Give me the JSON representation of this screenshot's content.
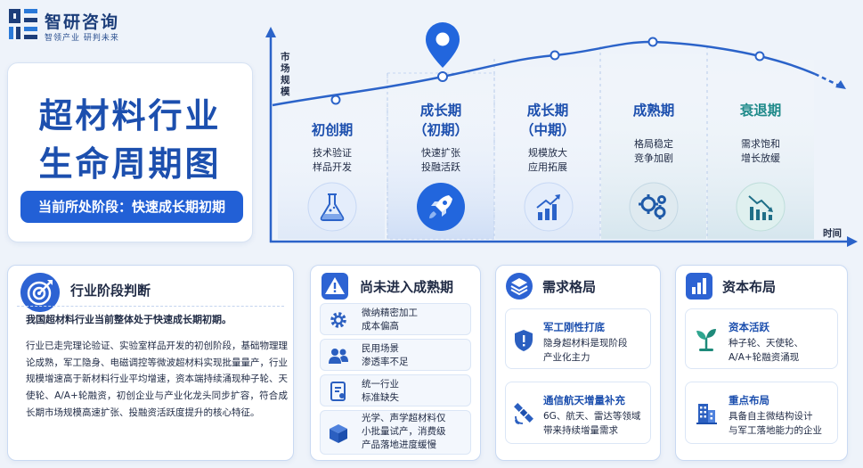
{
  "logo": {
    "name": "智研咨询",
    "slogan": "智领产业 研判未来"
  },
  "title": {
    "line1": "超材料行业",
    "line2": "生命周期图",
    "current_stage": "当前所处阶段：快速成长期初期"
  },
  "axis": {
    "y_label": "市场规模",
    "x_label": "时间"
  },
  "phases": [
    {
      "title_l1": "初创期",
      "title_l2": "",
      "desc_l1": "技术验证",
      "desc_l2": "样品开发",
      "icon": "flask-icon"
    },
    {
      "title_l1": "成长期",
      "title_l2": "（初期）",
      "desc_l1": "快速扩张",
      "desc_l2": "投融活跃",
      "icon": "rocket-icon"
    },
    {
      "title_l1": "成长期",
      "title_l2": "（中期）",
      "desc_l1": "规模放大",
      "desc_l2": "应用拓展",
      "icon": "growth-chart-icon"
    },
    {
      "title_l1": "成熟期",
      "title_l2": "",
      "desc_l1": "格局稳定",
      "desc_l2": "竞争加剧",
      "icon": "gears-icon"
    },
    {
      "title_l1": "衰退期",
      "title_l2": "",
      "desc_l1": "需求饱和",
      "desc_l2": "增长放缓",
      "icon": "decline-chart-icon"
    }
  ],
  "judgement": {
    "title": "行业阶段判断",
    "lead": "我国超材料行业当前整体处于快速成长期初期。",
    "body": "行业已走完理论验证、实验室样品开发的初创阶段，基础物理理论成熟，军工隐身、电磁调控等微波超材料实现批量量产，行业规模增速高于新材料行业平均增速，资本端持续涌现种子轮、天使轮、A/A+轮融资，初创企业与产业化龙头同步扩容，符合成长期市场规模高速扩张、投融资活跃度提升的核心特征。"
  },
  "not_mature": {
    "title": "尚未进入成熟期",
    "items": [
      {
        "l1": "微纳精密加工",
        "l2": "成本偏高",
        "l3": "",
        "icon": "gear-icon"
      },
      {
        "l1": "民用场景",
        "l2": "渗透率不足",
        "l3": "",
        "icon": "users-icon"
      },
      {
        "l1": "统一行业",
        "l2": "标准缺失",
        "l3": "",
        "icon": "document-icon"
      },
      {
        "l1": "光学、声学超材料仅",
        "l2": "小批量试产，消费级",
        "l3": "产品落地进度缓慢",
        "icon": "cube-icon"
      }
    ]
  },
  "demand": {
    "title": "需求格局",
    "items": [
      {
        "title": "军工刚性打底",
        "l1": "隐身超材料是现阶段",
        "l2": "产业化主力",
        "icon": "shield-icon"
      },
      {
        "title": "通信航天增量补充",
        "l1": "6G、航天、雷达等领域",
        "l2": "带来持续增量需求",
        "icon": "satellite-icon"
      }
    ]
  },
  "capital": {
    "title": "资本布局",
    "items": [
      {
        "title": "资本活跃",
        "l1": "种子轮、天使轮、",
        "l2": "A/A+轮融资涌现",
        "icon": "sprout-icon"
      },
      {
        "title": "重点布局",
        "l1": "具备自主微结构设计",
        "l2": "与军工落地能力的企业",
        "icon": "building-icon"
      }
    ]
  },
  "colors": {
    "primary": "#2260d6",
    "navy": "#1c4fae",
    "teal": "#1f8a8a",
    "curve": "#2b63c9"
  }
}
